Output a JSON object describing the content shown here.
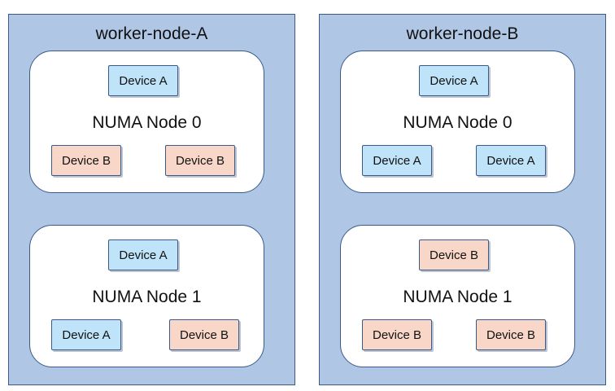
{
  "workers": [
    {
      "title": "worker-node-A",
      "numa_nodes": [
        {
          "title": "NUMA Node 0",
          "devices": {
            "top": "Device A",
            "left": "Device B",
            "right": "Device B"
          }
        },
        {
          "title": "NUMA Node 1",
          "devices": {
            "top": "Device A",
            "left": "Device A",
            "right": "Device B"
          }
        }
      ]
    },
    {
      "title": "worker-node-B",
      "numa_nodes": [
        {
          "title": "NUMA Node 0",
          "devices": {
            "top": "Device A",
            "left": "Device A",
            "right": "Device A"
          }
        },
        {
          "title": "NUMA Node 1",
          "devices": {
            "top": "Device B",
            "left": "Device B",
            "right": "Device B"
          }
        }
      ]
    }
  ],
  "colors": {
    "worker_fill": "#afc6e5",
    "device_a_fill": "#bfe3f8",
    "device_b_fill": "#f9d7c8",
    "border": "#3a5a8c"
  }
}
